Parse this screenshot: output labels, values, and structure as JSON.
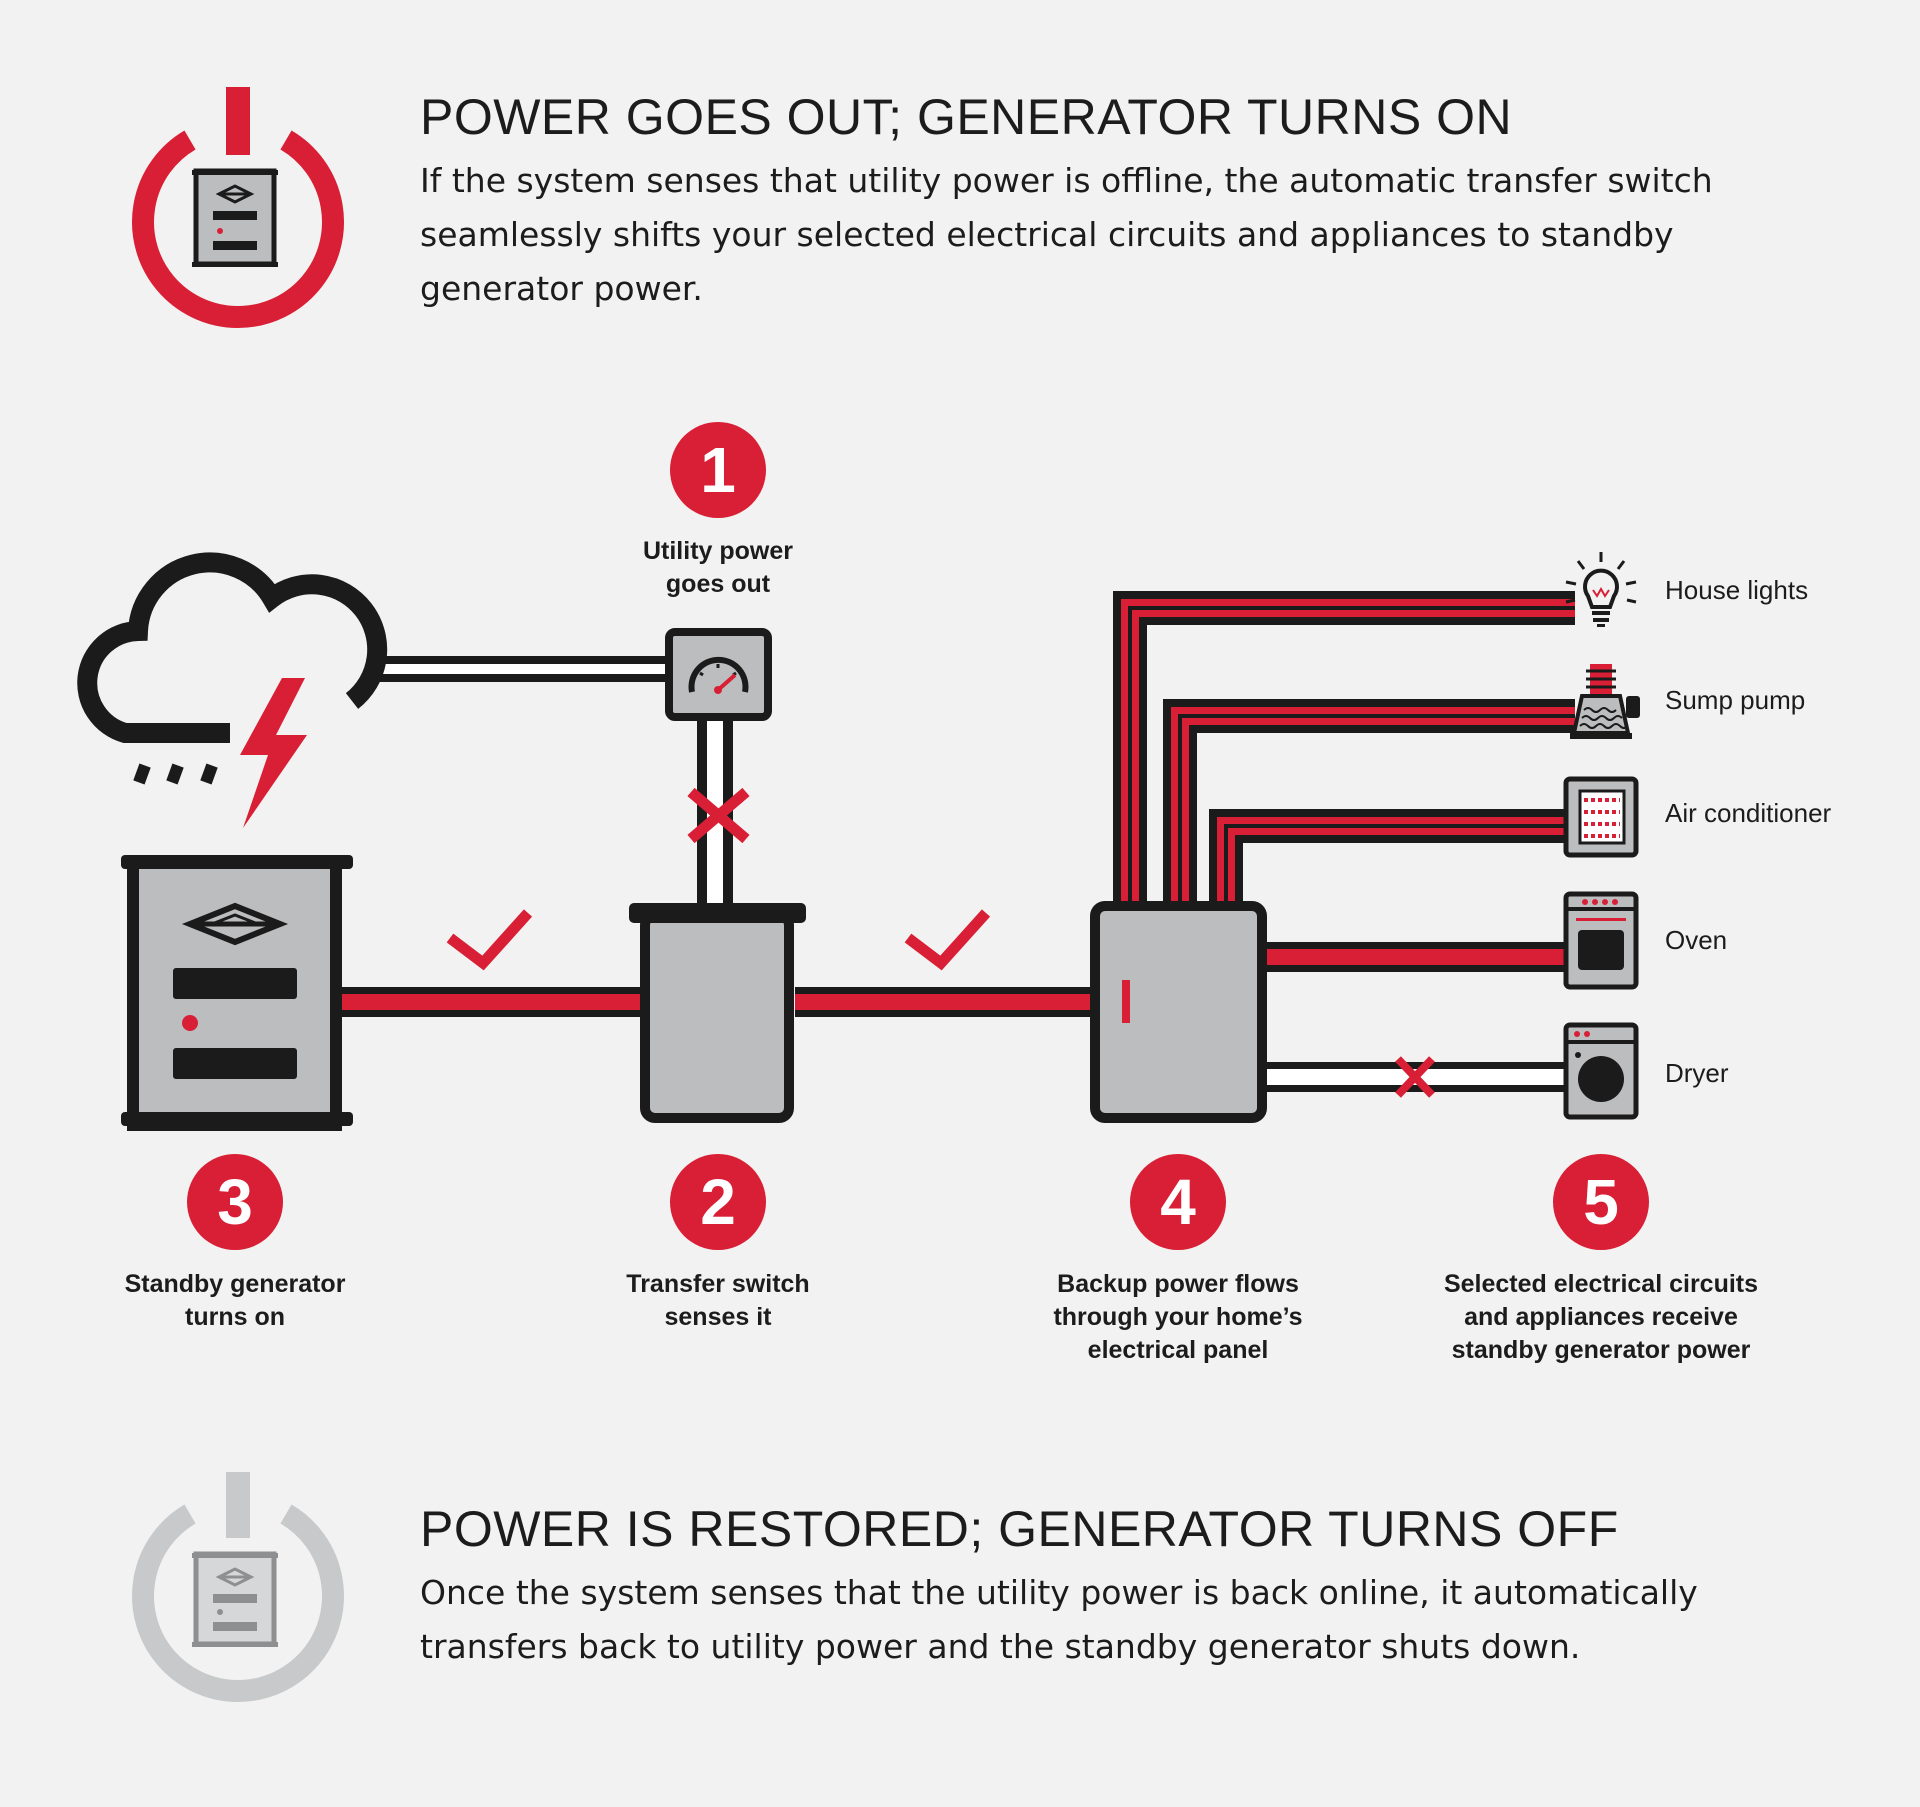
{
  "top": {
    "title": "POWER GOES OUT; GENERATOR TURNS ON",
    "description": "If the system senses that utility power is offline, the automatic transfer switch seamlessly shifts your selected electrical circuits and appliances to standby generator power."
  },
  "bottom": {
    "title": "POWER IS RESTORED; GENERATOR TURNS OFF",
    "description": "Once the system senses that the utility power is back online, it automatically transfers back to utility power and the standby generator shuts down."
  },
  "steps": [
    {
      "number": "1",
      "label": "Utility  power\ngoes out"
    },
    {
      "number": "2",
      "label": "Transfer switch\nsenses it"
    },
    {
      "number": "3",
      "label": "Standby generator\nturns on"
    },
    {
      "number": "4",
      "label": "Backup power flows\nthrough your home’s\nelectrical  panel"
    },
    {
      "number": "5",
      "label": "Selected  electrical  circuits\nand appliances receive\nstandby  generator  power"
    }
  ],
  "appliances": [
    {
      "label": "House lights",
      "icon": "light-bulb-icon",
      "powered": true
    },
    {
      "label": "Sump pump",
      "icon": "sump-pump-icon",
      "powered": true
    },
    {
      "label": "Air conditioner",
      "icon": "air-conditioner-icon",
      "powered": true
    },
    {
      "label": "Oven",
      "icon": "oven-icon",
      "powered": true
    },
    {
      "label": "Dryer",
      "icon": "dryer-icon",
      "powered": false
    }
  ],
  "colors": {
    "accent": "#d91f35",
    "dark": "#1b1b1b",
    "box": "#bcbdbf",
    "muted": "#c8c9ca",
    "background": "#f1f2f1"
  }
}
